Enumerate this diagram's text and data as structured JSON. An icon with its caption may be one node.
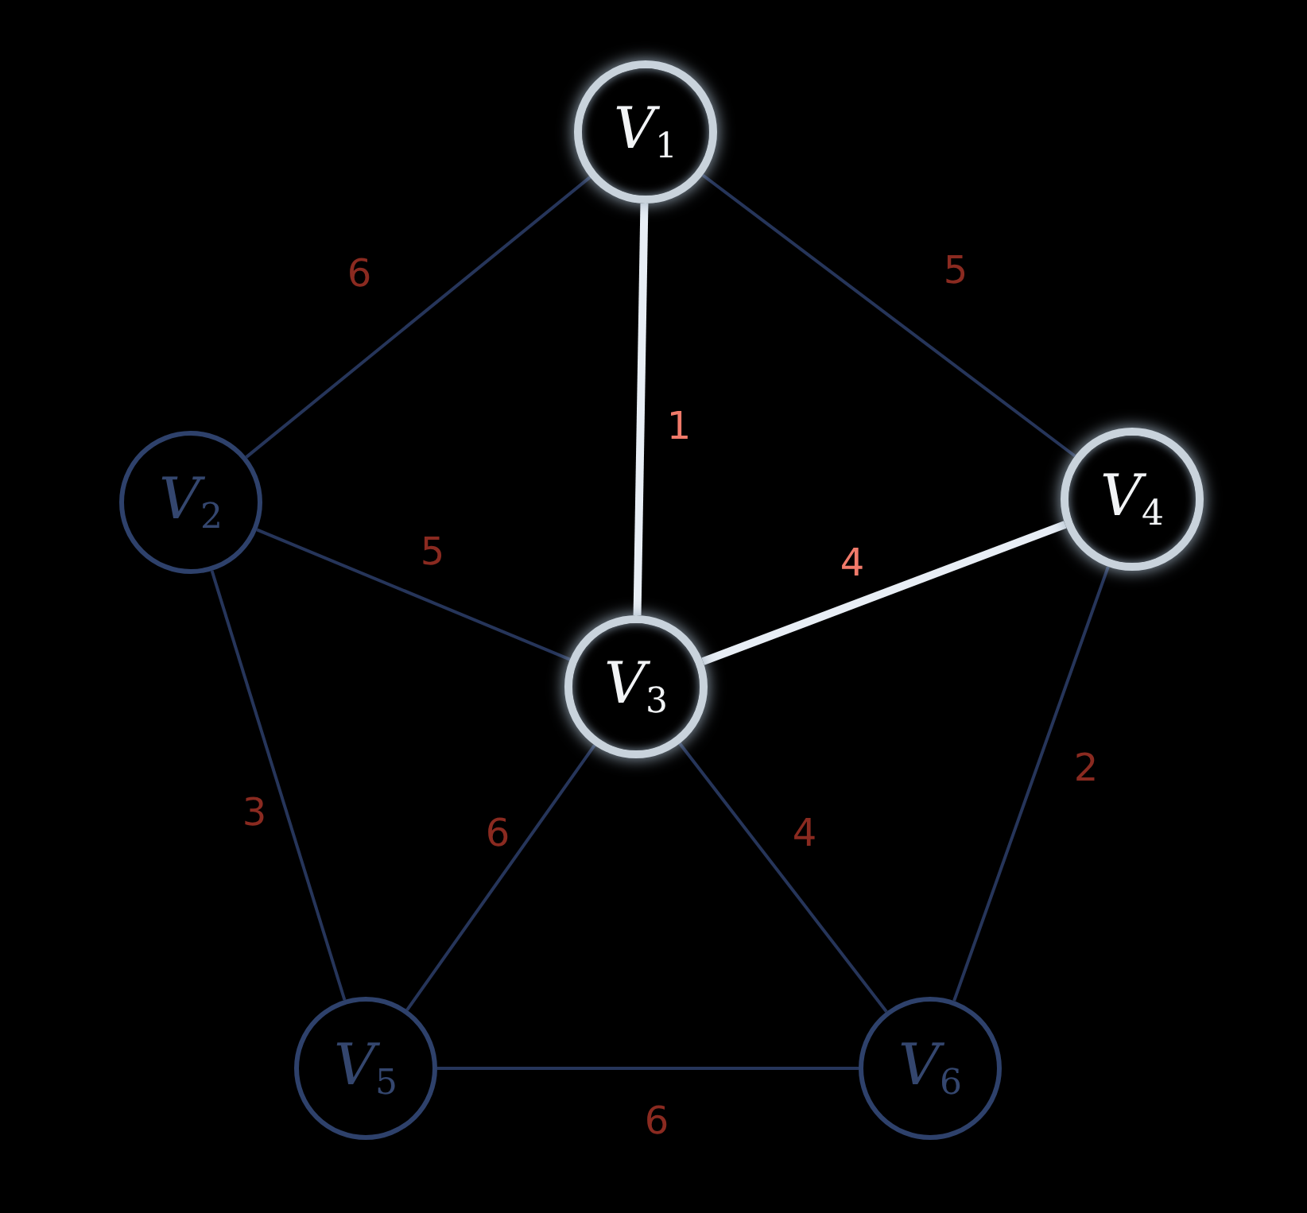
{
  "diagram": {
    "nodes": [
      {
        "text": [
          "V$_{1}$"
        ]
      },
      {
        "text": [
          "V$_{2}$"
        ]
      },
      {
        "text": [
          "V$_{3}$"
        ]
      },
      {
        "text": [
          "V$_{4}$"
        ]
      },
      {
        "text": [
          "V$_{5}$"
        ]
      },
      {
        "text": [
          "V$_{6}$"
        ]
      }
    ],
    "edges": [
      {
        "from": 0,
        "to": 1,
        "arrow": "none",
        "label": "6"
      },
      {
        "from": 0,
        "to": 3,
        "arrow": "none",
        "label": "5"
      },
      {
        "from": 0,
        "to": 2,
        "arrow": "none",
        "label": "1",
        "style": "thick",
        "color": "#e8eef5"
      },
      {
        "from": 1,
        "to": 2,
        "arrow": "none",
        "label": "5"
      },
      {
        "from": 2,
        "to": 3,
        "arrow": "none",
        "label": "4",
        "style": "thick",
        "color": "#e8eef5"
      },
      {
        "from": 1,
        "to": 4,
        "arrow": "none",
        "label": "3"
      },
      {
        "from": 2,
        "to": 4,
        "arrow": "none",
        "label": "6"
      },
      {
        "from": 2,
        "to": 5,
        "arrow": "none",
        "label": "4"
      },
      {
        "from": 3,
        "to": 5,
        "arrow": "none",
        "label": "2"
      },
      {
        "from": 4,
        "to": 5,
        "arrow": "none",
        "label": "6"
      }
    ]
  }
}
